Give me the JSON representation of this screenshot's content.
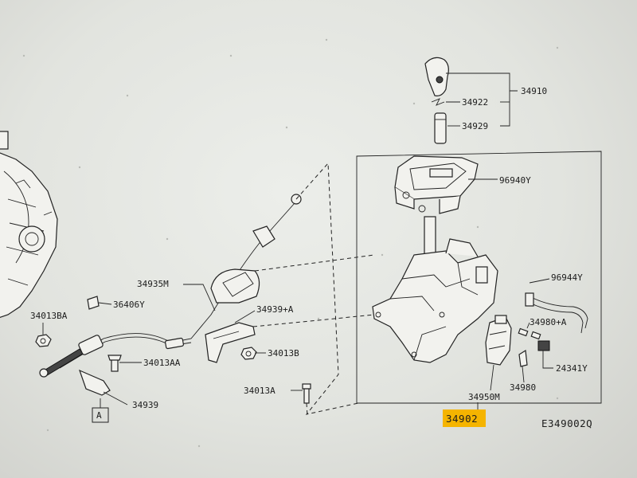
{
  "diagram": {
    "code": "E349002Q",
    "highlight_color": "#f5b400",
    "assembly_label": "34902",
    "labels": {
      "p34910": "34910",
      "p34922": "34922",
      "p34929": "34929",
      "p96940Y": "96940Y",
      "p96944Y": "96944Y",
      "p34980A": "34980+A",
      "p24341Y": "24341Y",
      "p34980": "34980",
      "p34950M": "34950M",
      "p34935M": "34935M",
      "p34939A": "34939+A",
      "p34013B": "34013B",
      "p34013BA": "34013BA",
      "p36406Y": "36406Y",
      "p34013AA": "34013AA",
      "p34939": "34939",
      "p34013A": "34013A",
      "viewA": "A"
    }
  }
}
